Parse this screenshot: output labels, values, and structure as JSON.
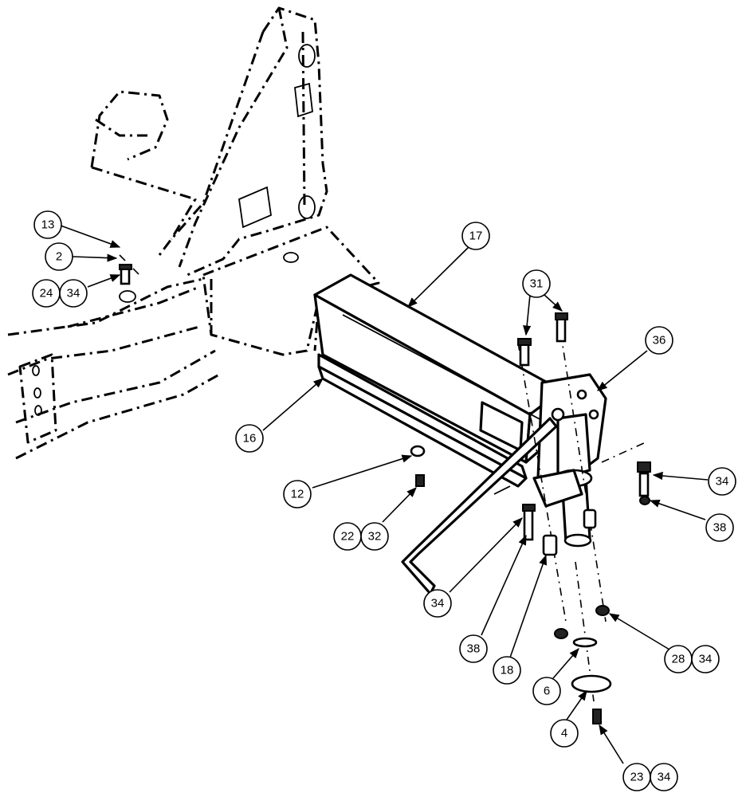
{
  "callouts": [
    {
      "id": "c-13",
      "label": "13"
    },
    {
      "id": "c-2",
      "label": "2"
    },
    {
      "id": "c-24",
      "label": "24"
    },
    {
      "id": "c-34a",
      "label": "34"
    },
    {
      "id": "c-17",
      "label": "17"
    },
    {
      "id": "c-31",
      "label": "31"
    },
    {
      "id": "c-36",
      "label": "36"
    },
    {
      "id": "c-16",
      "label": "16"
    },
    {
      "id": "c-12",
      "label": "12"
    },
    {
      "id": "c-22",
      "label": "22"
    },
    {
      "id": "c-32",
      "label": "32"
    },
    {
      "id": "c-34b",
      "label": "34"
    },
    {
      "id": "c-38a",
      "label": "38"
    },
    {
      "id": "c-34c",
      "label": "34"
    },
    {
      "id": "c-38b",
      "label": "38"
    },
    {
      "id": "c-18",
      "label": "18"
    },
    {
      "id": "c-28",
      "label": "28"
    },
    {
      "id": "c-34d",
      "label": "34"
    },
    {
      "id": "c-6",
      "label": "6"
    },
    {
      "id": "c-4",
      "label": "4"
    },
    {
      "id": "c-23",
      "label": "23"
    },
    {
      "id": "c-34e",
      "label": "34"
    }
  ]
}
